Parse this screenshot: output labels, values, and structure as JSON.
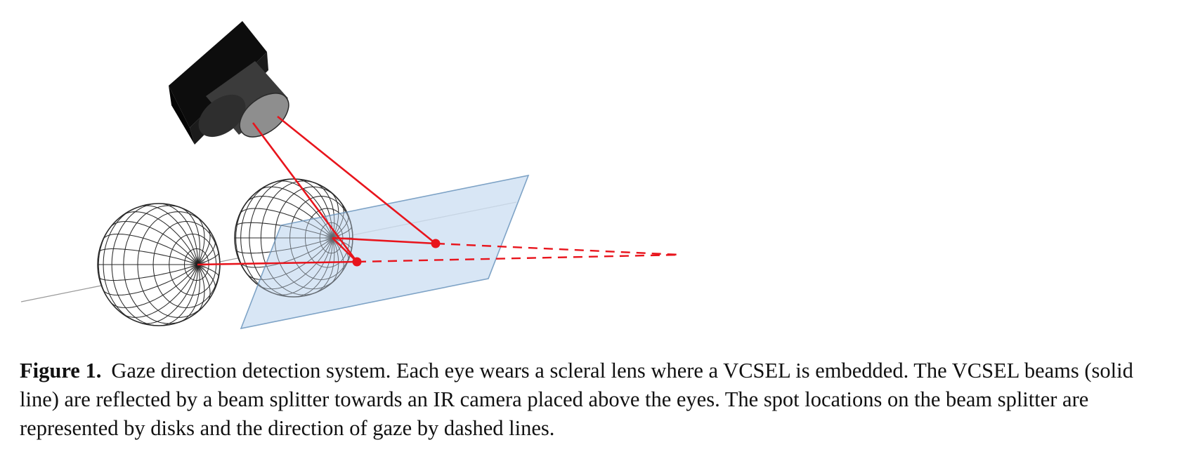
{
  "figure": {
    "label": "Figure 1.",
    "caption": "Gaze direction detection system. Each eye wears a scleral lens where a VCSEL is embedded. The VCSEL beams (solid line) are reflected by a beam splitter towards an IR camera placed above the eyes. The spot locations on the beam splitter are represented by disks and the direction of gaze by dashed lines."
  },
  "colors": {
    "beam": "#e8141c",
    "splitter_fill": "#cfe1f3",
    "splitter_stroke": "#7ea3c6",
    "camera_body": "#0d0d0d",
    "camera_lens": "#3b3b3b",
    "lens_glass": "#8e8e8e",
    "wire": "#2a2a2a"
  },
  "icons": {
    "camera": "ir-camera-icon",
    "eye": "eyeball-wireframe-icon",
    "spot": "beam-spot-disk"
  }
}
